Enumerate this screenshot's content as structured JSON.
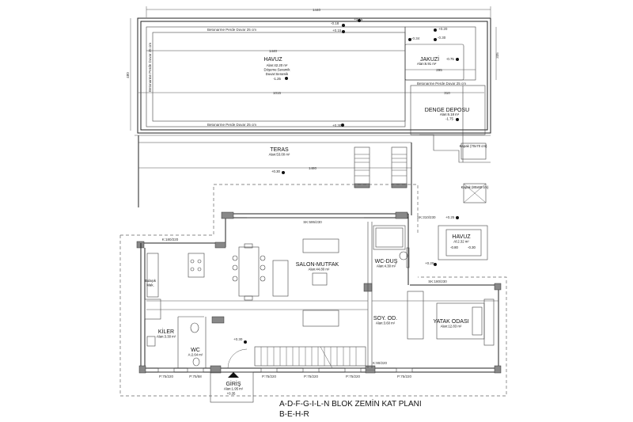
{
  "plan": {
    "title": "A-D-F-G-I-L-N BLOK ZEMİN KAT PLANI",
    "subtitle": "B-E-H-R"
  },
  "rooms": {
    "havuz": {
      "name": "HAVUZ",
      "area": "Alan:42.20 m²",
      "floor": "Döşeme:Seramik",
      "wall": "Duvar:Seramik",
      "level": "-1.25"
    },
    "jakuzi": {
      "name": "JAKUZİ",
      "area": "Alan:6.91 m²",
      "level": "-0.75"
    },
    "denge": {
      "name": "DENGE DEPOSU",
      "area": "Alan:6.18 m²",
      "level": "-1.75"
    },
    "teras": {
      "name": "TERAS",
      "area": "Alan:53.00 m²",
      "level": "+0.30"
    },
    "salon": {
      "name": "SALON-MUTFAK",
      "area": "Alan:44.80 m²"
    },
    "wcdus": {
      "name": "WC-DUŞ",
      "area": "Alan:4.30 m²"
    },
    "havuz2": {
      "name": "HAVUZ",
      "area": "Al:2.32 m²",
      "level": "-0.80",
      "level2": "-0.30"
    },
    "soyod": {
      "name": "SOY. OD.",
      "area": "Alan:3.60 m²"
    },
    "yatak": {
      "name": "YATAK ODASI",
      "area": "Alan:12.83 m²"
    },
    "kiler": {
      "name": "KİLER",
      "area": "Alan:3.30 m²"
    },
    "wc": {
      "name": "WC",
      "area": "A:2.64 m²"
    },
    "giris": {
      "name": "GİRİŞ",
      "area": "Alan:1.95 m²",
      "level": "+0.35"
    },
    "bulasik": {
      "line1": "Bulaşık",
      "line2": "Mak."
    }
  },
  "annotations": {
    "perde_top": "Betonarme Perde Duvar 25 cm",
    "perde_bottom": "Betonarme Perde Duvar 25 cm",
    "perde_left": "Betonarme Perde Duvar 25 cm",
    "perde_jakuzi": "Betonarme Perde Duvar 25 cm",
    "kapak1": "Kapak (70x70 cm)",
    "kapak2": "Kapak (80x80 cm)",
    "sk595": "SK:595/230",
    "sk310": "SK:310/230",
    "sk180": "SK:180/230",
    "k180": "K:180/220",
    "k90": "K:90/220",
    "p1": "P:75/220",
    "p2": "P:75/58",
    "p3": "P:75/220",
    "p4": "P:75/220",
    "p5": "P:75/220",
    "p6": "P:75/220",
    "lvl_a": "+0.15",
    "lvl_b": "-0.18",
    "lvl_c": "+0.15",
    "lvl_d": "+0.20",
    "lvl_e": "-0.34",
    "lvl_f": "-0.30",
    "lvl_g": "+0.25",
    "lvl_h": "+0.20",
    "lvl_i": "+0.30",
    "lvl_k": "+0.30"
  },
  "dimensions": {
    "top": "1440",
    "pool_len": "1440",
    "pool_inner": "1015",
    "teras_len": "1480",
    "pool_h": "480",
    "jak_w": "295",
    "denge_w": "310",
    "jak_h": "335"
  }
}
